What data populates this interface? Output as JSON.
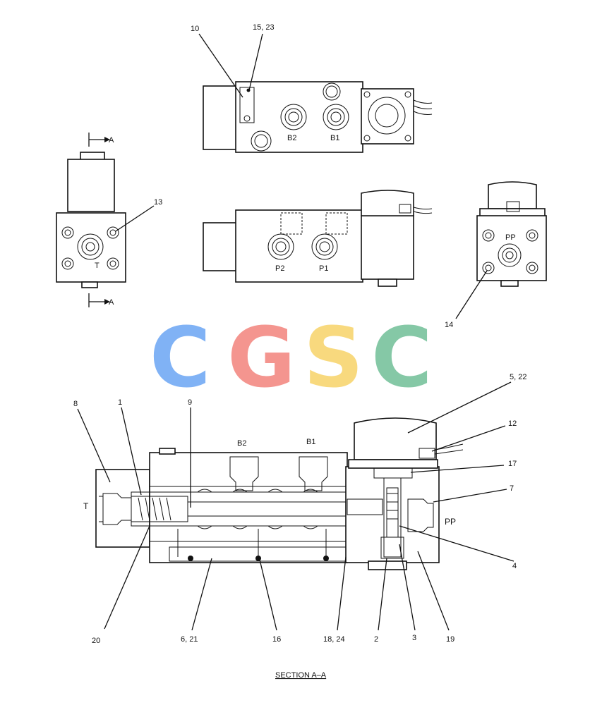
{
  "watermark": {
    "letters": [
      "C",
      "G",
      "S",
      "C"
    ],
    "colors": [
      "#7aaef5",
      "#f4908a",
      "#f8d878",
      "#7fc6a2"
    ]
  },
  "top_view": {
    "ports": [
      "B2",
      "B1"
    ],
    "callouts": [
      "10",
      "15, 23"
    ]
  },
  "side_view": {
    "ports": [
      "P2",
      "P1"
    ]
  },
  "left_end_view": {
    "section_marker": "A",
    "port": "T",
    "callouts": [
      "13"
    ]
  },
  "right_end_view": {
    "port": "PP",
    "callouts": [
      "14"
    ]
  },
  "section": {
    "title": "SECTION  A–A",
    "port_labels": {
      "t": "T",
      "b2": "B2",
      "b1": "B1",
      "pp": "PP"
    },
    "callouts": {
      "c8": "8",
      "c1": "1",
      "c9": "9",
      "c5_22": "5, 22",
      "c12": "12",
      "c17": "17",
      "c7": "7",
      "c4": "4",
      "c20": "20",
      "c6_21": "6, 21",
      "c16": "16",
      "c18_24": "18, 24",
      "c2": "2",
      "c3": "3",
      "c19": "19"
    }
  }
}
